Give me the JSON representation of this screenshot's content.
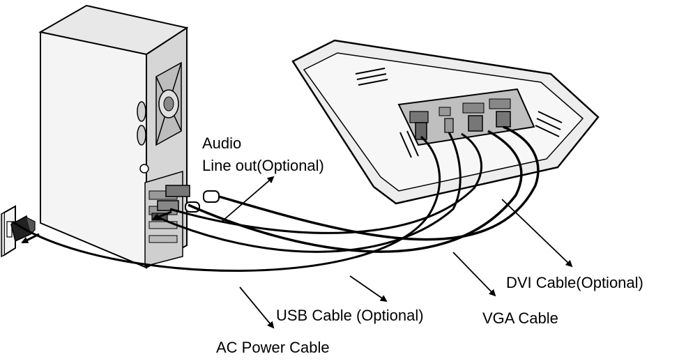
{
  "labels": {
    "audio": "Audio",
    "line_out": "Line out(Optional)",
    "dvi": "DVI Cable(Optional)",
    "usb": "USB Cable (Optional)",
    "vga": "VGA Cable",
    "ac_power": "AC Power Cable"
  },
  "colors": {
    "ink": "#000000",
    "case_fill": "#f2f2f2",
    "case_side": "#d9d9d9",
    "case_top": "#e8e8e8",
    "monitor_fill": "#ededed",
    "background": "#ffffff"
  },
  "icons": [
    "computer-tower-icon",
    "monitor-back-icon",
    "wall-outlet-icon",
    "power-plug-icon"
  ]
}
